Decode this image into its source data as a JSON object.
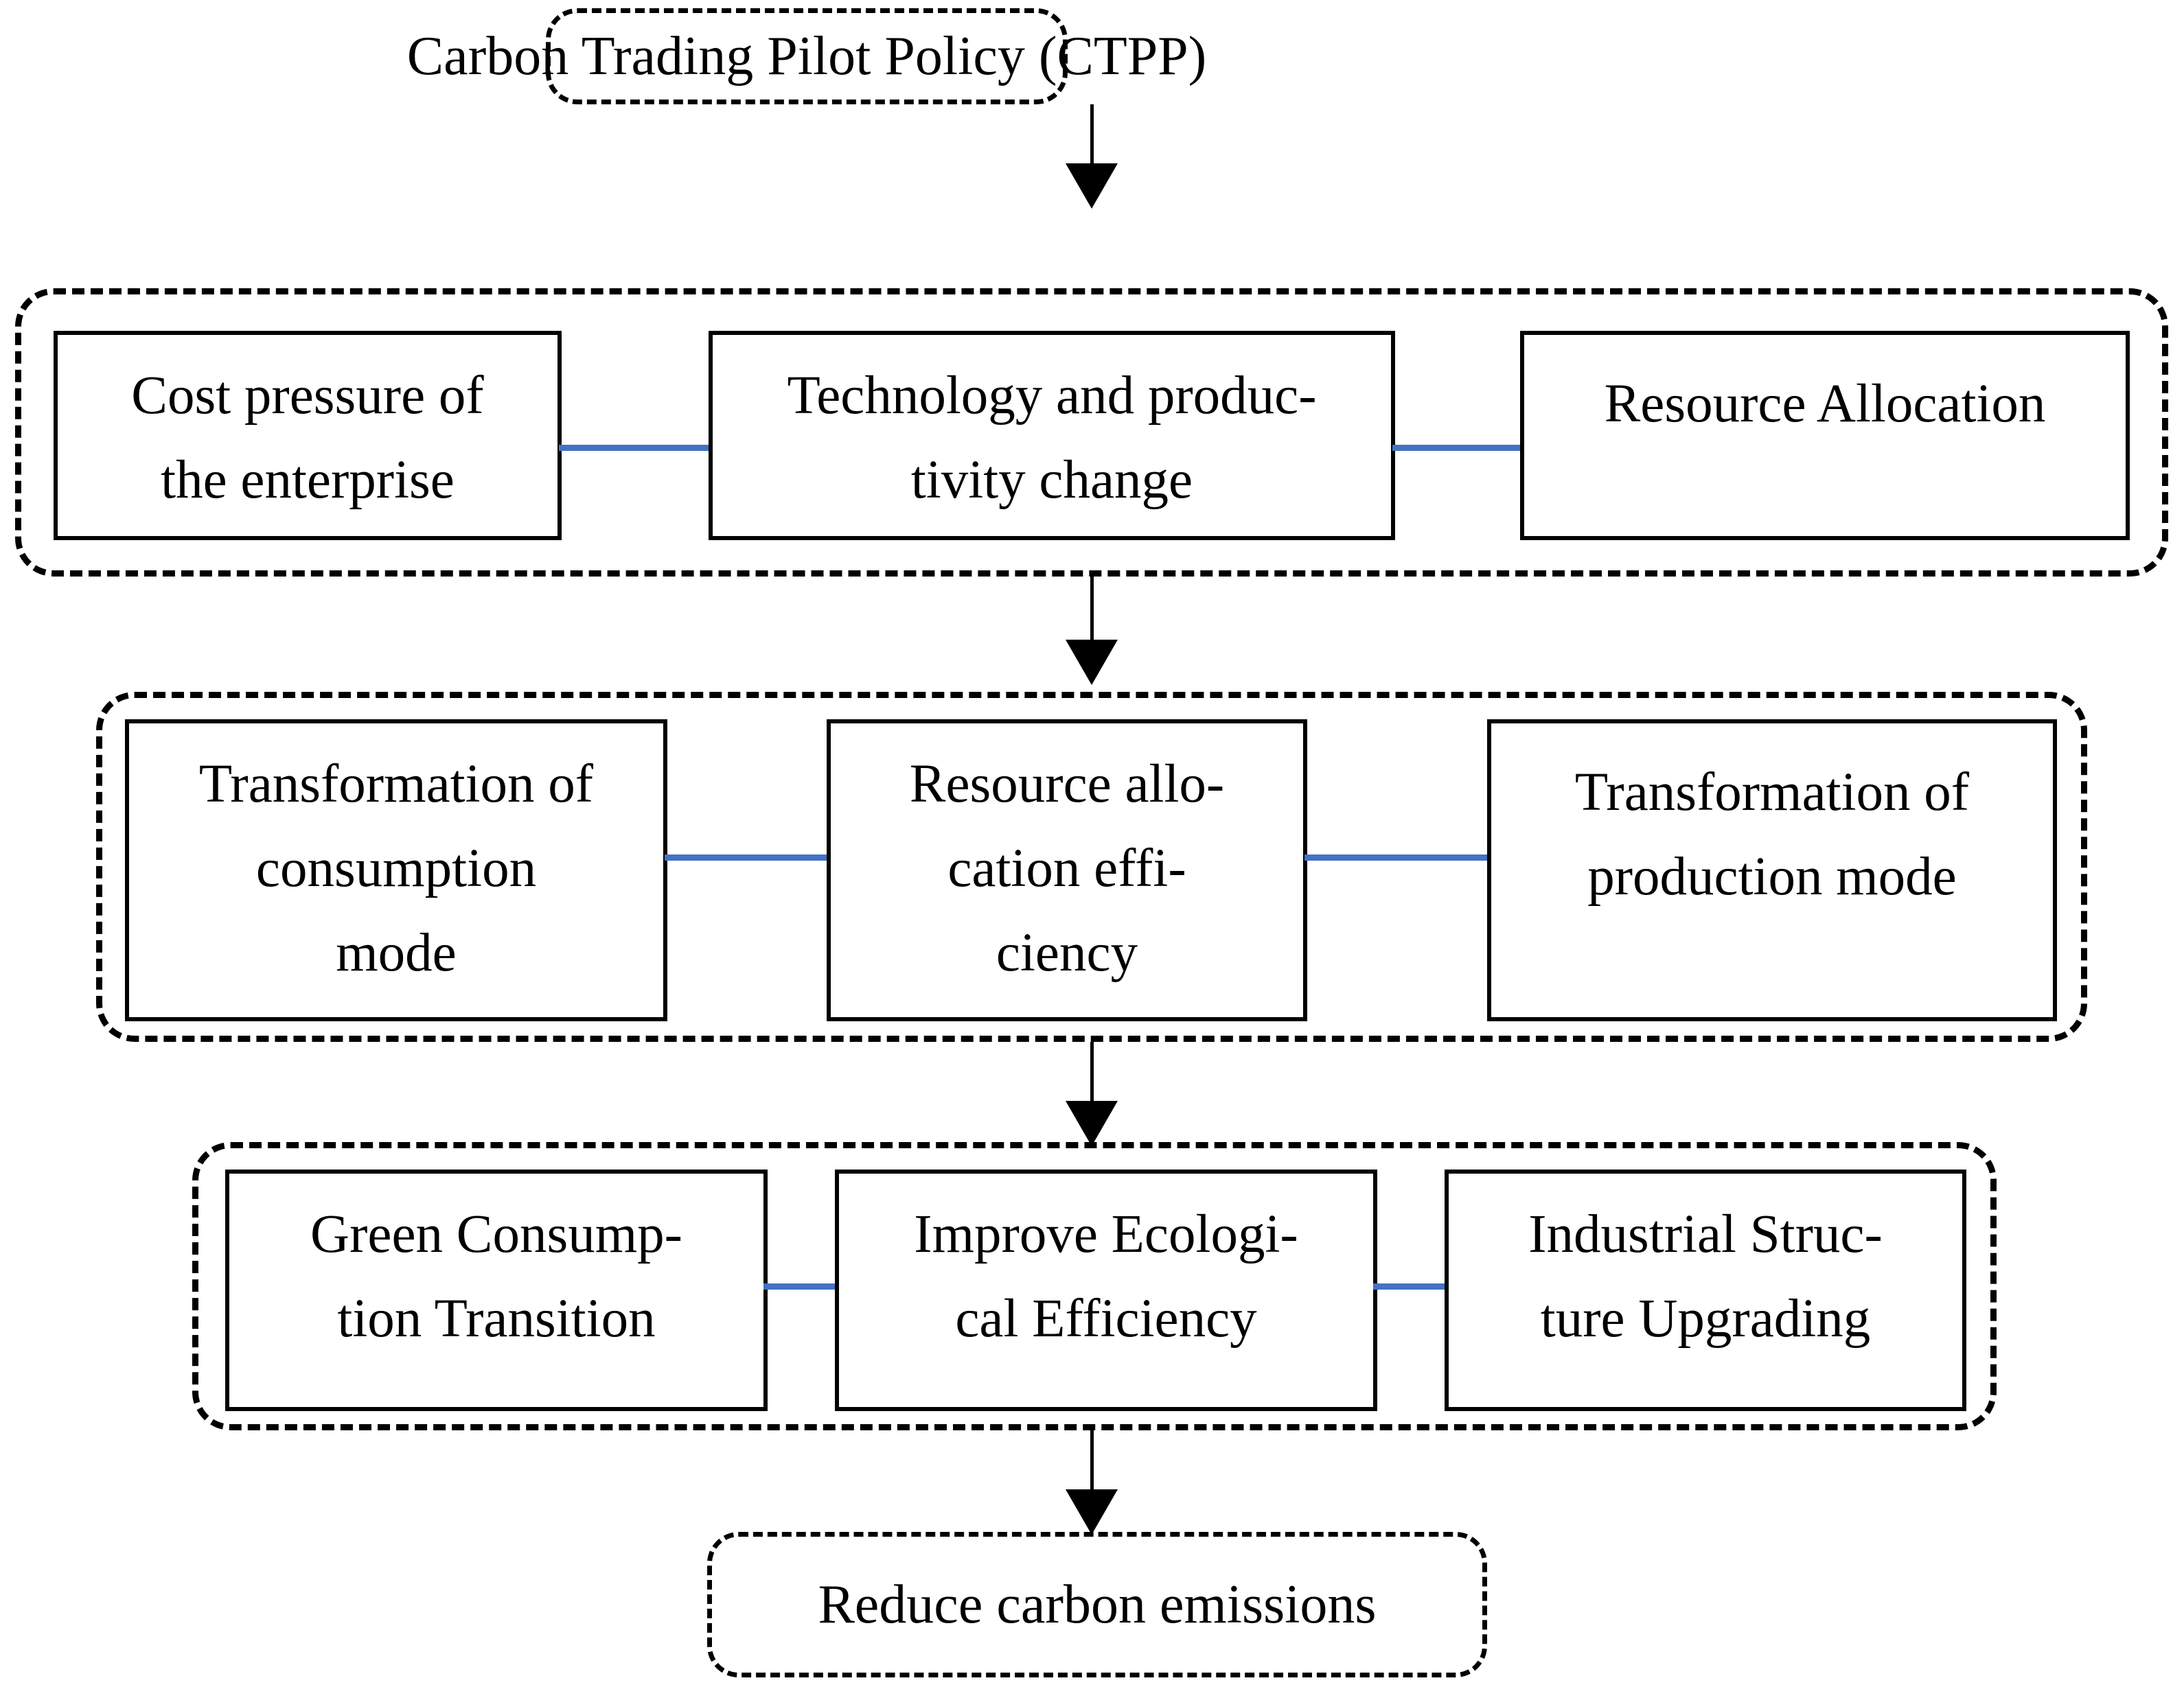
{
  "diagram": {
    "title_box": {
      "label": "Carbon Trading Pilot Policy (CTPP)"
    },
    "outcome_box": {
      "label": "Reduce carbon emissions"
    },
    "colors": {
      "connector_blue": "#4472C4",
      "border_black": "#000000",
      "background": "#FFFFFF"
    },
    "rows": [
      {
        "name": "mechanism-row",
        "nodes": [
          {
            "line1": "Cost pressure of",
            "line2": "the enterprise"
          },
          {
            "line1": "Technology and produc-",
            "line2": "tivity change"
          },
          {
            "line1": "Resource Allocation",
            "line2": ""
          }
        ]
      },
      {
        "name": "transmission-row",
        "nodes": [
          {
            "line1": "Transformation of",
            "line2": "consumption",
            "line3": "mode"
          },
          {
            "line1": "Resource allo-",
            "line2": "cation effi-",
            "line3": "ciency"
          },
          {
            "line1": "Transformation of",
            "line2": "production mode",
            "line3": ""
          }
        ]
      },
      {
        "name": "effect-row",
        "nodes": [
          {
            "line1": "Green Consump-",
            "line2": "tion Transition"
          },
          {
            "line1": "Improve Ecologi-",
            "line2": "cal Efficiency"
          },
          {
            "line1": "Industrial Struc-",
            "line2": "ture Upgrading"
          }
        ]
      }
    ],
    "arrows": [
      {
        "name": "arrow-policy-to-mechanism"
      },
      {
        "name": "arrow-mechanism-to-transmission"
      },
      {
        "name": "arrow-transmission-to-effect"
      },
      {
        "name": "arrow-effect-to-outcome"
      }
    ]
  }
}
